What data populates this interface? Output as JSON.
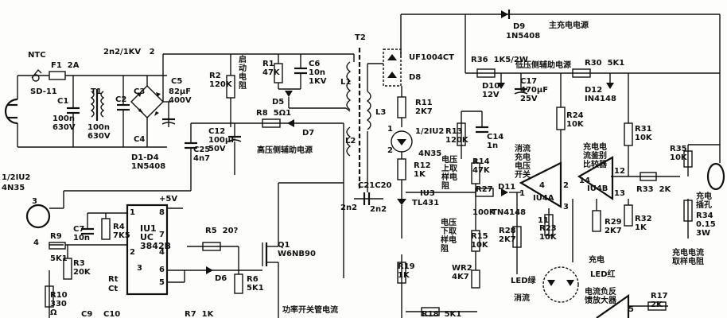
{
  "labels": {
    "ntc": "NTC",
    "f1": "F1  2A",
    "sd11": "SD-11",
    "c1": "C1",
    "c1_val": "100n\n630V",
    "t1": "T1",
    "t1_val": "100n\n630V",
    "c2_top": "2n2/1KV   2",
    "c2": "C2",
    "c3": "C3",
    "c4": "C4",
    "d1d4": "D1-D4\n1N5408",
    "c5": "C5",
    "c5_val": "82μF\n400V",
    "r2": "R2\n120K",
    "start_res": "启\n动\n电\n阻",
    "r1": "R1\n47K",
    "c6": "C6\n10n\n1KV",
    "d5": "D5",
    "t2": "T2",
    "l1": "L1",
    "l2": "L2",
    "l3": "L3",
    "uf1004": "UF1004CT",
    "d8": "D8",
    "d9": "D9",
    "d9_val": "1N5408",
    "main_supply": "主充电电源",
    "r36": "R36  1K5/2W",
    "low_aux": "低压侧辅助电源",
    "r30": "R30  5K1",
    "d10": "D10\n12V",
    "c17": "C17\n470μF\n25V",
    "d12": "D12\nIN4148",
    "r24": "R24\n10K",
    "r31": "R31\n10K",
    "r11": "R11\n2K7",
    "c14": "C14\n1n",
    "r13": "R13\n120K",
    "c12": "C12\n100μF\n50V",
    "r8": "R8  5Ω1",
    "d7": "D7",
    "c25": "C25\n4n7",
    "high_aux": "高压侧辅助电源",
    "iu2": "1/2IU2",
    "iu2_pin1": "1",
    "iu2_pin2": "2",
    "n35": "4N35",
    "r12": "R12\n1K",
    "r14": "R14\n47K",
    "v_upper": "电压\n上取\n样电\n阻",
    "c21c20": "C21C20",
    "c2n2a": "2n2",
    "c2n2b": "2n2",
    "iu3": "IU3",
    "tl431": "TL431",
    "r27": "R27",
    "r27_val": "100K",
    "d11": "D11",
    "d11_val": "TN4148",
    "dis_cmp": "消流\n充电\n电压\n开关",
    "iu4a": "IU4A",
    "iu4b": "IU4B",
    "chg_cmp": "充电电\n流鉴别\n比较器",
    "pin14": "14",
    "pin12": "12",
    "pin13": "13",
    "pin1": "1",
    "pin2": "2",
    "pin3": "3",
    "pin4": "4",
    "pin11": "11",
    "r35": "R35\n10K",
    "r33": "R33  2K",
    "plug": "充电\n插孔",
    "r34": "R34\n0.15\n3W",
    "cur_sample": "充电电流\n取样电阻",
    "r29": "R29\n2K7",
    "r32": "R32\n1K",
    "r23": "R23\n10K",
    "r28": "R28\n2K7",
    "r15": "R15\n10K",
    "v_lower": "电压\n下取\n样电\n阻",
    "wr2": "WR2\n4K7",
    "r19": "R19\n1K",
    "r18": "R18  5K1",
    "led_green": "LED绿",
    "led_red": "LED红",
    "charge": "充电",
    "discharge": "消流",
    "neg_amp": "电流负反\n馈放大器",
    "r17": "R17\n2K",
    "pin5": "5",
    "left_iu2": "1/2IU2",
    "left_n35": "4N35",
    "left_p3": "3",
    "left_p4": "4",
    "r9": "R9",
    "r9_val": "5K1",
    "r3": "R3\n20K",
    "r10": "R10\n330\nΩ",
    "c9": "C9",
    "c10": "C10",
    "c7": "C7\n10n",
    "r4": "R4\n7K5",
    "iu1": "IU1\nUC\n3842B",
    "plus5v": "+5V",
    "p8": "8",
    "p7": "7",
    "p1": "1",
    "p2": "2",
    "p3": "3",
    "p4": "4",
    "p5": "5",
    "p6": "6",
    "rt": "Rt",
    "ct": "Ct",
    "r5": "R5  20?",
    "d6": "D6",
    "r6": "R6\n5K1",
    "q1": "Q1\nW6NB90",
    "r7": "R7  1K",
    "sw_cur": "功率开关管电流"
  }
}
